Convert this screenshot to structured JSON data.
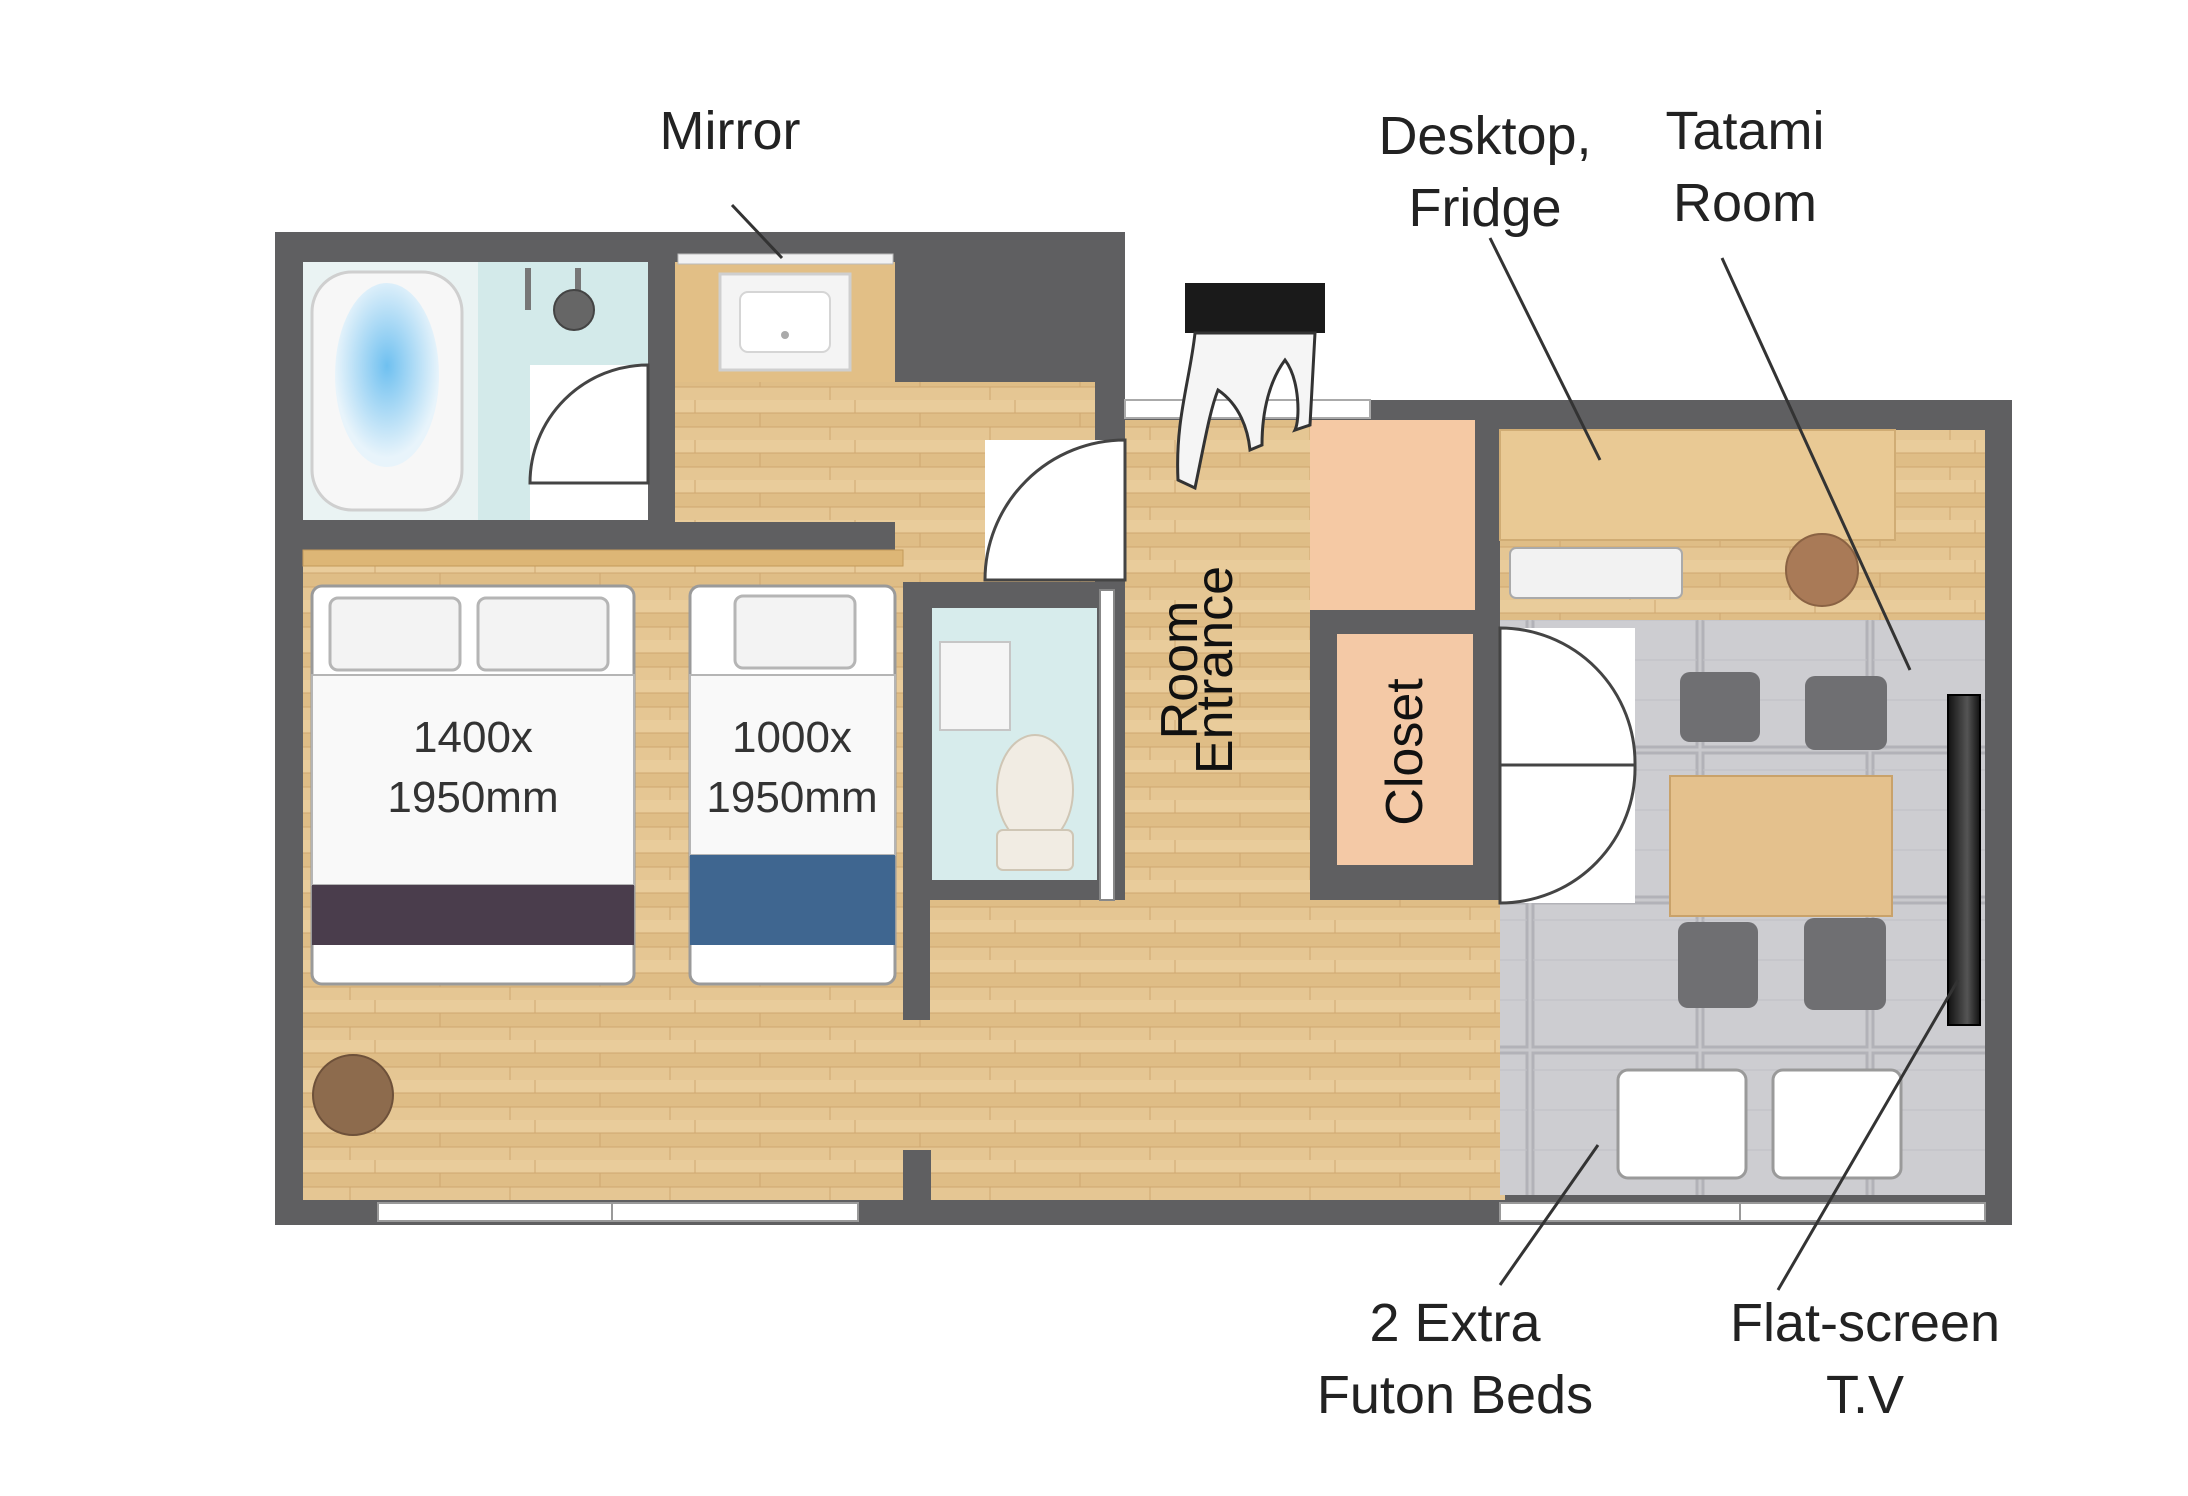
{
  "labels": {
    "mirror": "Mirror",
    "desktop_line1": "Desktop,",
    "desktop_line2": "Fridge",
    "tatami_line1": "Tatami",
    "tatami_line2": "Room",
    "room": "Room",
    "entrance": "Entrance",
    "closet": "Closet",
    "futon_line1": "2 Extra",
    "futon_line2": "Futon Beds",
    "tv_line1": "Flat-screen",
    "tv_line2": "T.V"
  },
  "beds": [
    {
      "size_line1": "1400x",
      "size_line2": "1950mm"
    },
    {
      "size_line1": "1000x",
      "size_line2": "1950mm"
    }
  ],
  "colors": {
    "wall": "#5f5f61",
    "wood": "#e2c28f",
    "tatami": "#c8c8cc",
    "closet": "#f4c9a6",
    "bath_tile": "#d7ecec",
    "double_bed_stripe": "#4a3d4c",
    "single_bed_stripe": "#3f6690"
  }
}
